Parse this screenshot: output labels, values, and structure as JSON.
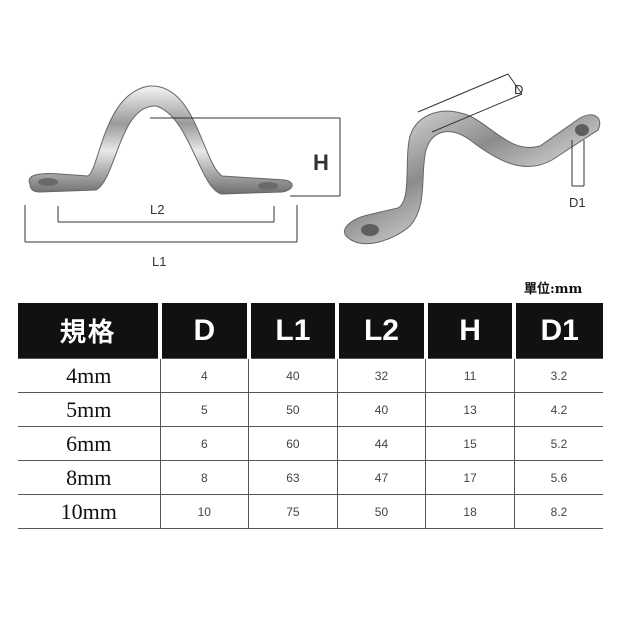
{
  "diagram": {
    "labels": {
      "H": "H",
      "L1": "L1",
      "L2": "L2",
      "D": "D",
      "D1": "D1"
    }
  },
  "unit_note": "單位:mm",
  "table": {
    "headers": [
      "規格",
      "D",
      "L1",
      "L2",
      "H",
      "D1"
    ],
    "rows": [
      [
        "4mm",
        "4",
        "40",
        "32",
        "11",
        "3.2"
      ],
      [
        "5mm",
        "5",
        "50",
        "40",
        "13",
        "4.2"
      ],
      [
        "6mm",
        "6",
        "60",
        "44",
        "15",
        "5.2"
      ],
      [
        "8mm",
        "8",
        "63",
        "47",
        "17",
        "5.6"
      ],
      [
        "10mm",
        "10",
        "75",
        "50",
        "18",
        "8.2"
      ]
    ]
  }
}
